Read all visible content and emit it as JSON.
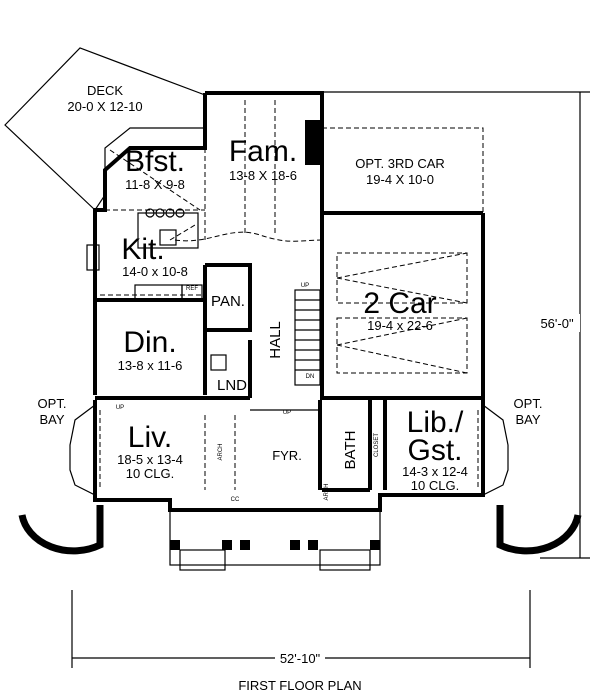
{
  "title": "FIRST FLOOR PLAN",
  "dimensions": {
    "depth": "56'-0\"",
    "width": "52'-10\""
  },
  "rooms": {
    "deck": {
      "name": "DECK",
      "size": "20-0 X 12-10"
    },
    "bfst": {
      "name": "Bfst.",
      "size": "11-8 X 9-8"
    },
    "fam": {
      "name": "Fam.",
      "size": "13-8 X 18-6"
    },
    "third_car": {
      "name": "OPT. 3RD CAR",
      "size": "19-4 X 10-0"
    },
    "kit": {
      "name": "Kit.",
      "size": "14-0 x 10-8"
    },
    "ref": {
      "name": "REF"
    },
    "pan": {
      "name": "PAN."
    },
    "hall": {
      "name": "HALL"
    },
    "two_car": {
      "name": "2 Car",
      "size": "19-4 x 22-6"
    },
    "din": {
      "name": "Din.",
      "size": "13-8 x 11-6"
    },
    "lnd": {
      "name": "LND"
    },
    "liv": {
      "name": "Liv.",
      "size": "18-5 x 13-4",
      "ceiling": "10 CLG."
    },
    "fyr": {
      "name": "FYR."
    },
    "bath": {
      "name": "BATH"
    },
    "closet": {
      "name": "CLOSET"
    },
    "lib": {
      "name1": "Lib./",
      "name2": "Gst.",
      "size": "14-3 x 12-4",
      "ceiling": "10 CLG."
    },
    "cc": {
      "name": "CC"
    }
  },
  "labels": {
    "opt": "OPT.",
    "bay": "BAY",
    "up": "UP",
    "dn": "DN",
    "arch": "ARCH"
  }
}
